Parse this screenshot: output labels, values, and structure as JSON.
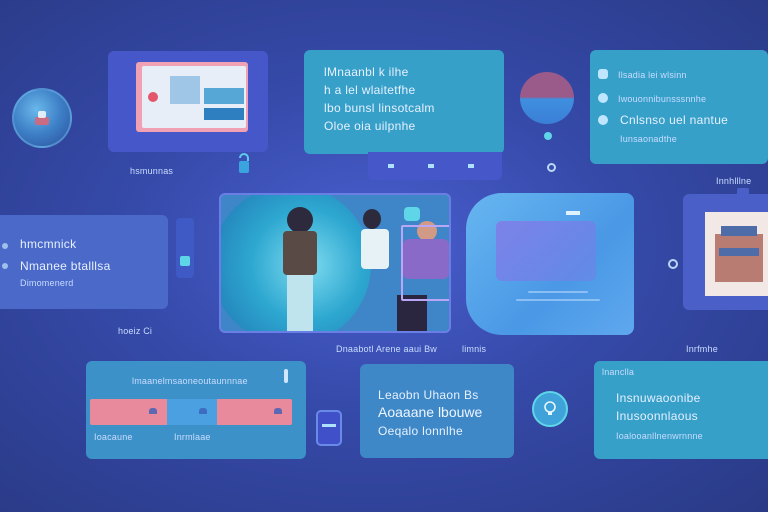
{
  "colors": {
    "teal_panel": "#36a0c9",
    "blue_panel": "#4658c9",
    "accent_pink": "#e88a9c",
    "accent_cyan": "#5fd6e8",
    "background": "#3549a8"
  },
  "icons": {
    "globe_left": "globe-icon",
    "lock": "lock-icon",
    "avatar": "avatar-icon",
    "bullet": "bullet-icon",
    "phone": "phone-icon",
    "badge": "badge-icon",
    "dot": "dot-icon"
  },
  "labels": {
    "top_left_caption": "hsmunnas",
    "top_center": {
      "line1": "lMnaanbl k ilhe",
      "line2": "h a lel wlaitetfhe",
      "line3": "lbo bunsl linsotcalm",
      "line4": "Oloe oia uilpnhe"
    },
    "top_right": {
      "line1": "Ilsadia lei wlsinn",
      "line2": "Iwouonnibunsssnnhe",
      "line3": "Cnlsnso uel nantue",
      "line4": "Iunsaonadthe"
    },
    "mid_left": {
      "heading": "hmcmnick",
      "line1": "Nmanee btalllsa",
      "line2": "Dimomenerd"
    },
    "mid_left_caption": "hoeiz Ci",
    "mid_right_caption": "Inrfmhe",
    "top_right_caption": "Innhlllne",
    "video_caption_left": "Dnaabotl Arene aaui Bw",
    "video_caption_right": "limnis",
    "bottom_left_header": "lmaanelmsaoneoutaunnnae",
    "bottom_left_footer": "Ioacaune",
    "bottom_left_footer2": "Inrmlaae",
    "bottom_center": {
      "line1": "Leaobn Uhaon Bs",
      "line2": "Aoaaane lbouwe",
      "line3": "Oeqalo lonnlhe"
    },
    "bottom_right": {
      "header": "lnanclla",
      "line1": "Insnuwaoonibe",
      "line2": "Inusoonnlaous",
      "line3": "Ioalooanllnenwrnnne"
    }
  },
  "progress": {
    "segments": [
      {
        "color": "#e88a9c",
        "fraction": 0.38
      },
      {
        "color": "#4aa0e0",
        "fraction": 0.25
      },
      {
        "color": "#e88a9c",
        "fraction": 0.37
      }
    ]
  }
}
